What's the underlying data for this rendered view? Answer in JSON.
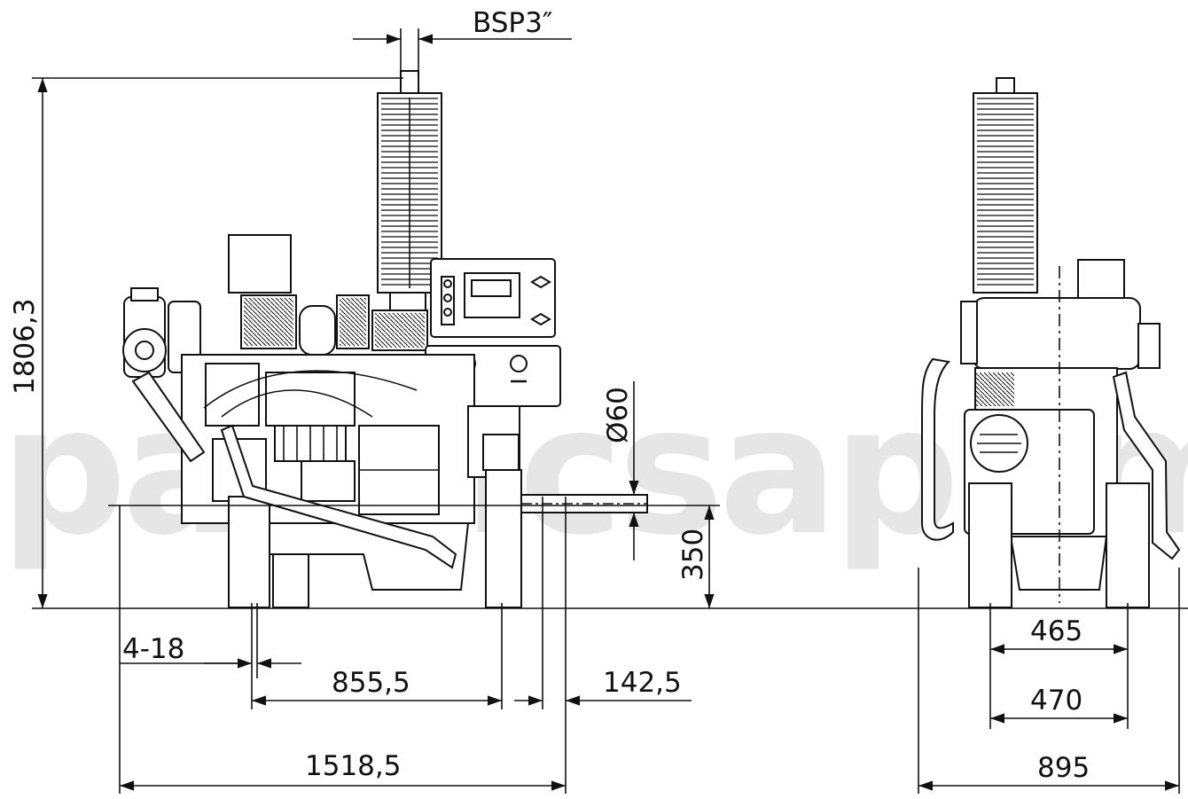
{
  "watermark": "pacificsapumps",
  "dimensions": {
    "bsp": "BSP3″",
    "overall_height": "1806,3",
    "shaft_diameter": "Ø60",
    "shaft_height": "350",
    "bolt_holes": "4-18",
    "hole_spacing_length": "855,5",
    "shaft_overhang": "142,5",
    "overall_length": "1518,5",
    "hole_spacing_width_inner": "465",
    "hole_spacing_width_outer": "470",
    "overall_width": "895"
  }
}
